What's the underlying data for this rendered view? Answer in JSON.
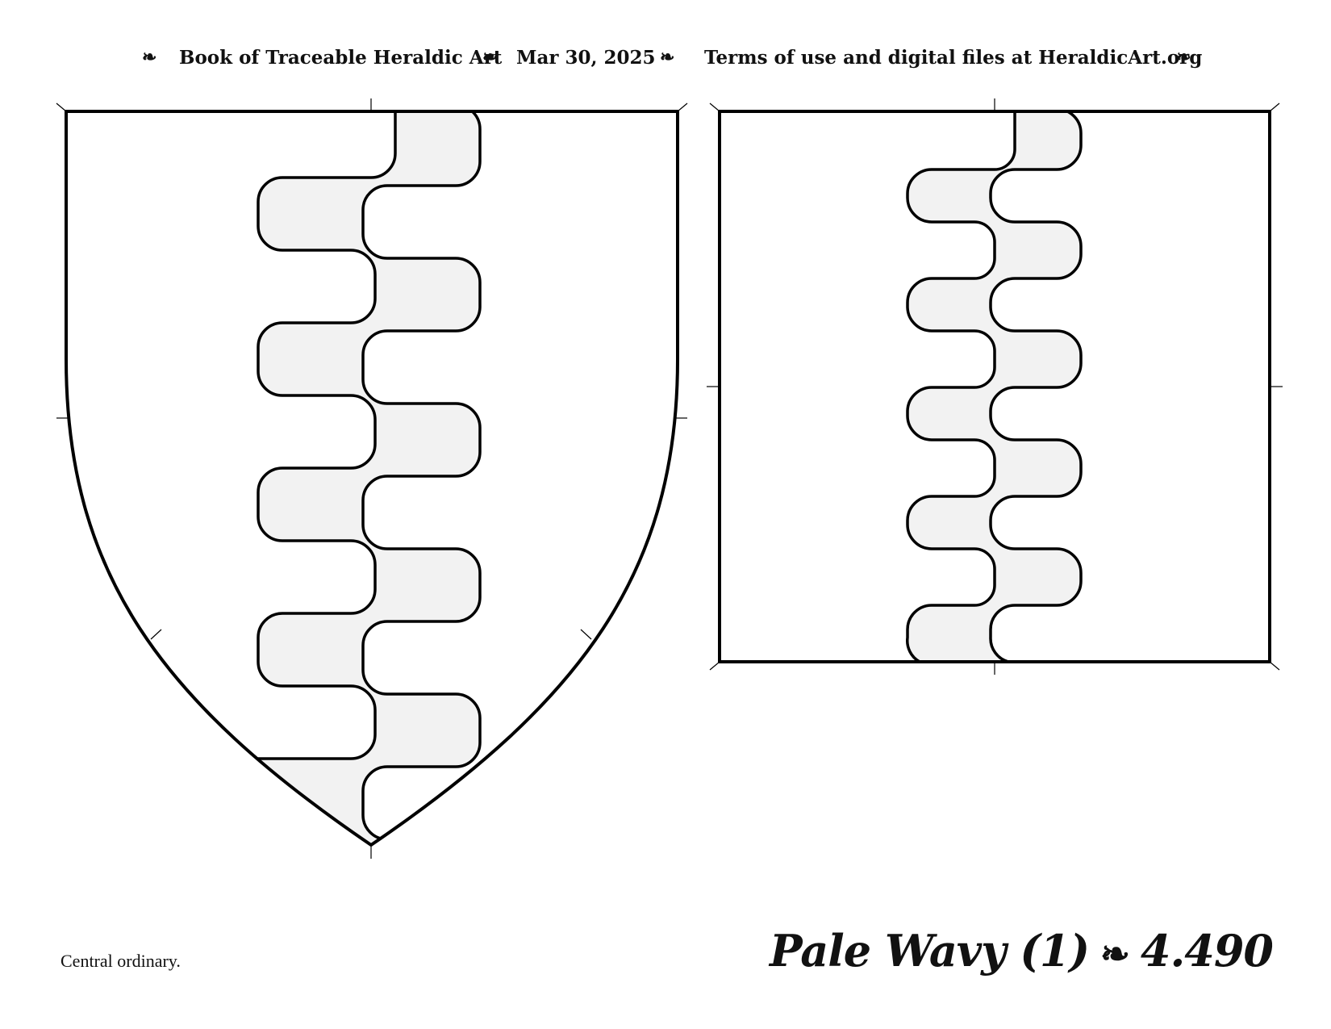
{
  "header": {
    "separator": "❧",
    "book_title": "Book of Traceable Heraldic Art",
    "date": "Mar 30, 2025",
    "terms": "Terms of use and digital files at HeraldicArt.org"
  },
  "caption": "Central ordinary.",
  "plate": {
    "name": "Pale Wavy (1)",
    "separator": "❧",
    "number": "4.490"
  },
  "colors": {
    "line": "#000000",
    "tincture_fill": "#f2f2f2",
    "field": "#ffffff"
  }
}
